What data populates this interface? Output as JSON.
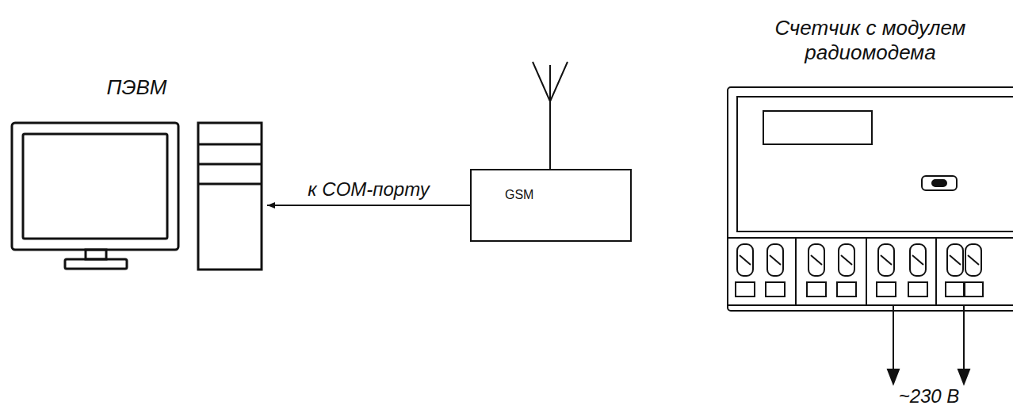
{
  "diagram": {
    "nodes": [
      {
        "text": [
          "ПЭВМ"
        ]
      },
      {
        "text": [
          "GSM"
        ]
      },
      {
        "text": [
          "Счетчик с модулем радиомодема"
        ]
      }
    ],
    "edges": [
      {
        "from": 1,
        "to": 0,
        "label": "к COM-порту",
        "arrow": "to"
      }
    ],
    "labels": [
      "~230 В"
    ]
  }
}
